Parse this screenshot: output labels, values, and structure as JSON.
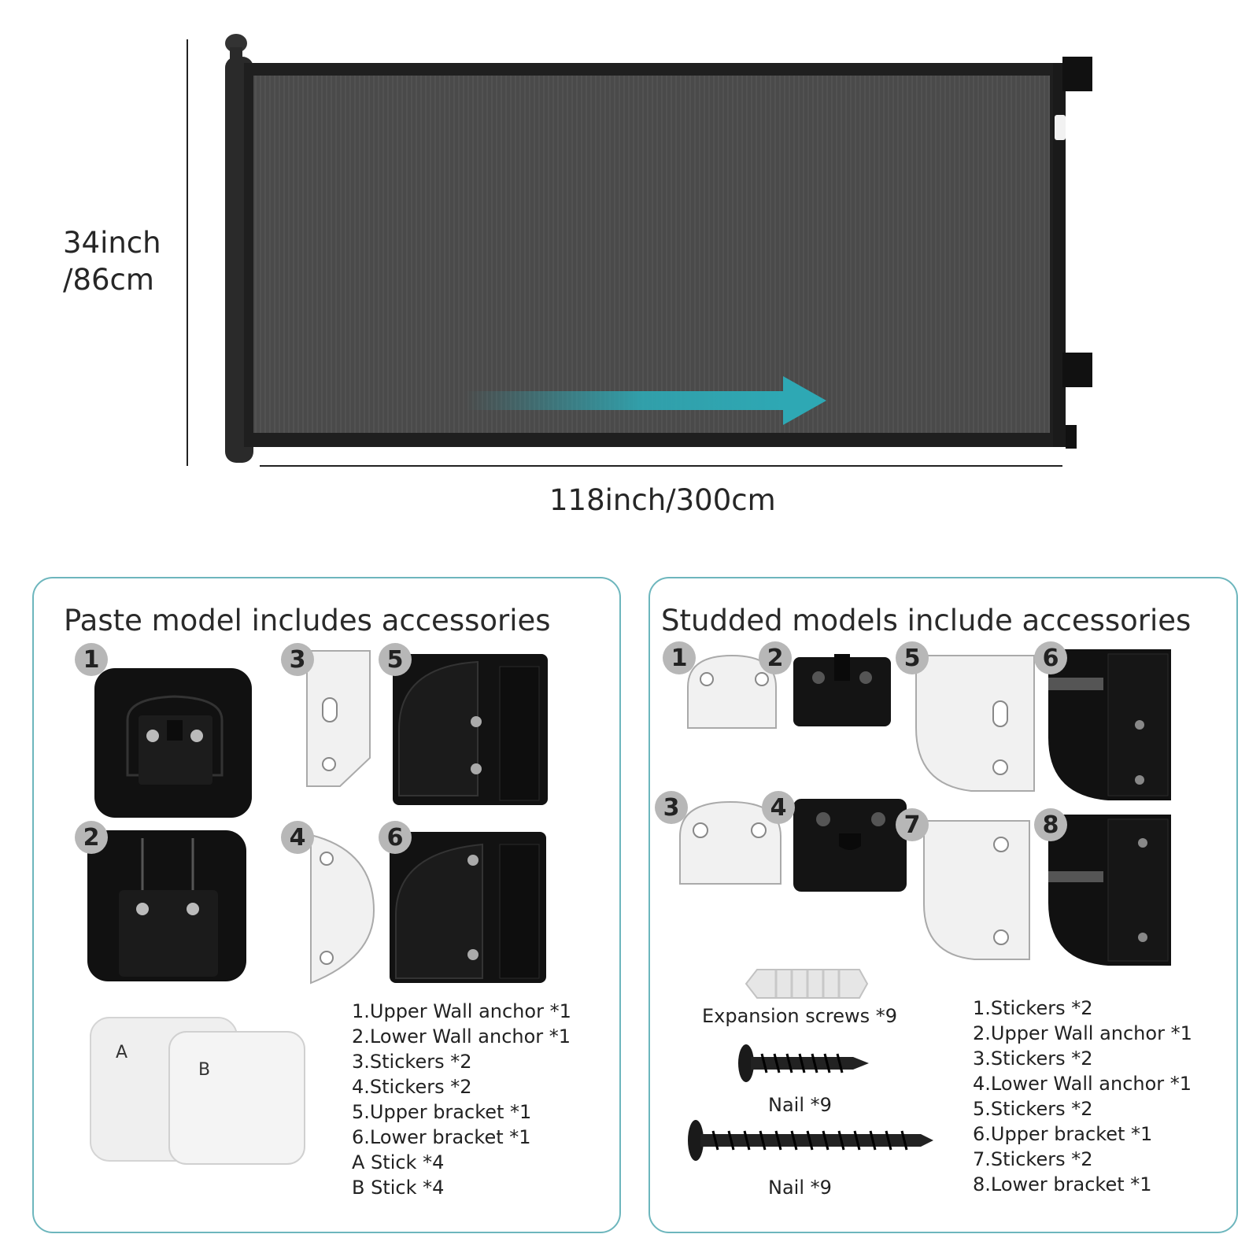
{
  "product": {
    "height_dim": "34inch\n/86cm",
    "height_dim_line1": "34inch",
    "height_dim_line2": "/86cm",
    "width_dim": "118inch/300cm",
    "arrow_color": "#2ea8b4",
    "mesh_color": "#4a4a4a"
  },
  "paste_panel": {
    "title": "Paste model includes accessories",
    "badges": [
      "1",
      "2",
      "3",
      "4",
      "5",
      "6"
    ],
    "pad_labels": [
      "A",
      "B"
    ],
    "items": [
      "1.Upper Wall anchor *1",
      "2.Lower Wall anchor *1",
      "3.Stickers *2",
      "4.Stickers *2",
      "5.Upper bracket *1",
      "6.Lower bracket *1",
      "A Stick *4",
      "B Stick *4"
    ]
  },
  "studded_panel": {
    "title": "Studded models include accessories",
    "badges": [
      "1",
      "2",
      "3",
      "4",
      "5",
      "6",
      "7",
      "8"
    ],
    "captions": {
      "expansion": "Expansion screws *9",
      "nail_short": "Nail *9",
      "nail_long": "Nail *9"
    },
    "items": [
      "1.Stickers *2",
      "2.Upper Wall anchor *1",
      "3.Stickers *2",
      "4.Lower Wall anchor *1",
      "5.Stickers *2",
      "6.Upper bracket *1",
      "7.Stickers *2",
      "8.Lower bracket *1"
    ]
  },
  "theme": {
    "panel_border": "#6db6bd",
    "badge_bg": "#b7b7b7"
  }
}
